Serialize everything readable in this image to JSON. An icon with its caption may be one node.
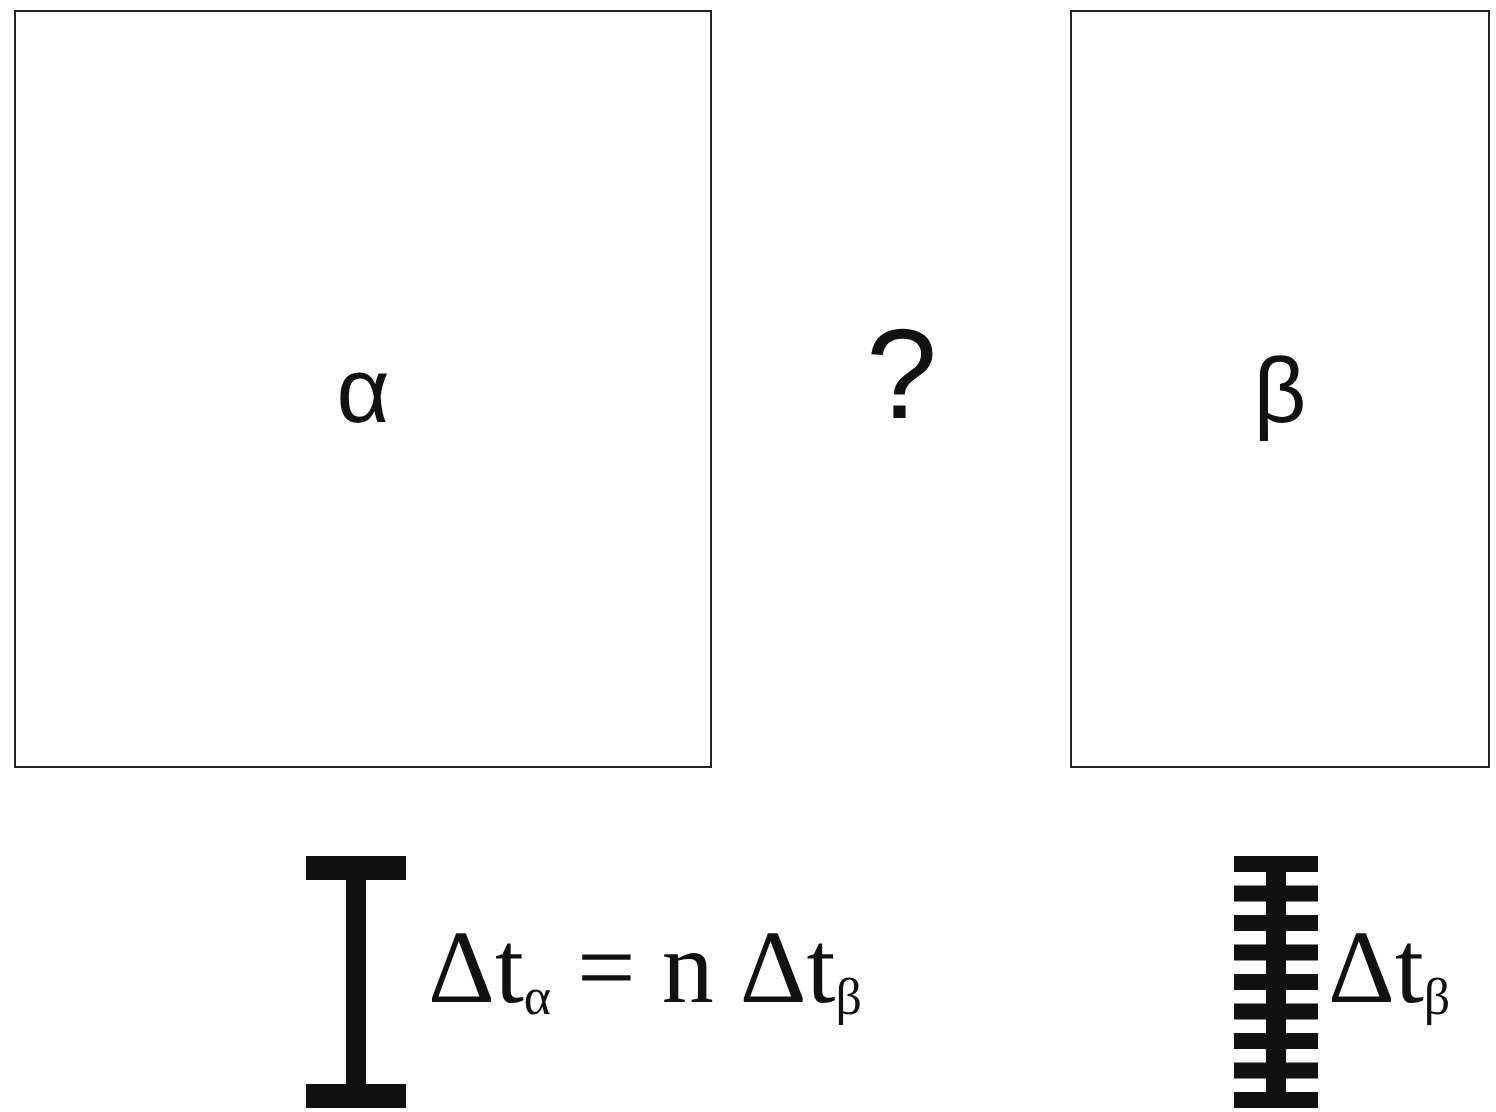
{
  "diagram": {
    "nodes": [
      {
        "text": [
          "α"
        ]
      },
      {
        "text": [
          "β"
        ]
      }
    ],
    "labels": [
      "?"
    ],
    "legend": [
      {
        "text": "Δt$_{α}$ = n Δt$_{β}$"
      },
      {
        "text": "Δt$_{β}$"
      }
    ]
  }
}
